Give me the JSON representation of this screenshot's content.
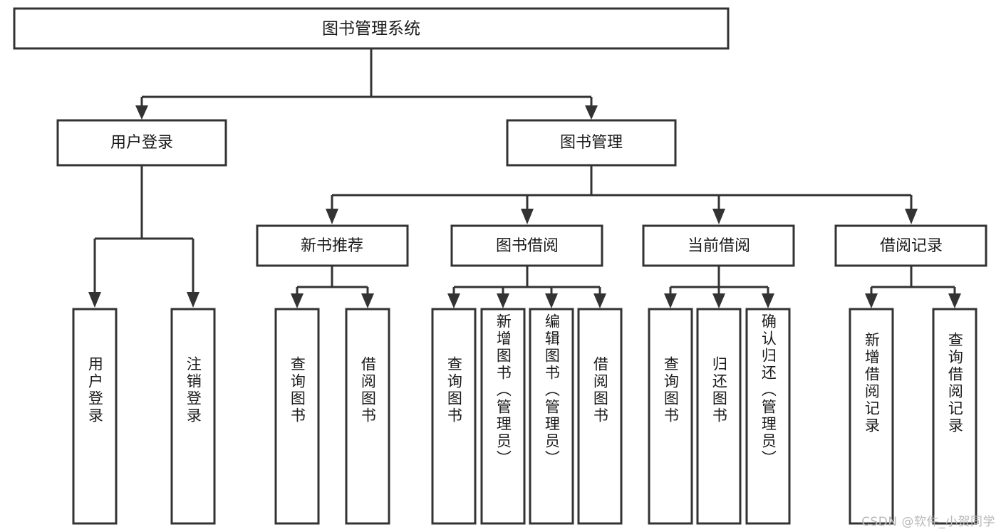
{
  "diagram": {
    "type": "tree",
    "title": "图书管理系统",
    "orientation": "top-down",
    "colors": {
      "background": "#ffffff",
      "box_fill": "#ffffff",
      "box_stroke": "#333333",
      "connector": "#333333",
      "text": "#1a1a1a",
      "watermark": "#b9b9b9"
    },
    "root": {
      "label": "图书管理系统"
    },
    "level2": [
      {
        "label": "用户登录"
      },
      {
        "label": "图书管理"
      }
    ],
    "level3": [
      {
        "label": "新书推荐"
      },
      {
        "label": "图书借阅"
      },
      {
        "label": "当前借阅"
      },
      {
        "label": "借阅记录"
      }
    ],
    "leaves": {
      "user_login": [
        {
          "label": "用户登录"
        },
        {
          "label": "注销登录"
        }
      ],
      "new_book": [
        {
          "label": "查询图书"
        },
        {
          "label": "借阅图书"
        }
      ],
      "book_borrow": [
        {
          "label": "查询图书"
        },
        {
          "label": "新增图书（管理员）"
        },
        {
          "label": "编辑图书（管理员）"
        },
        {
          "label": "借阅图书"
        }
      ],
      "current_borrow": [
        {
          "label": "查询图书"
        },
        {
          "label": "归还图书"
        },
        {
          "label": "确认归还（管理员）"
        }
      ],
      "borrow_record": [
        {
          "label": "新增借阅记录"
        },
        {
          "label": "查询借阅记录"
        }
      ]
    }
  },
  "watermark": {
    "text": "CSDN @软件_小贺同学"
  }
}
